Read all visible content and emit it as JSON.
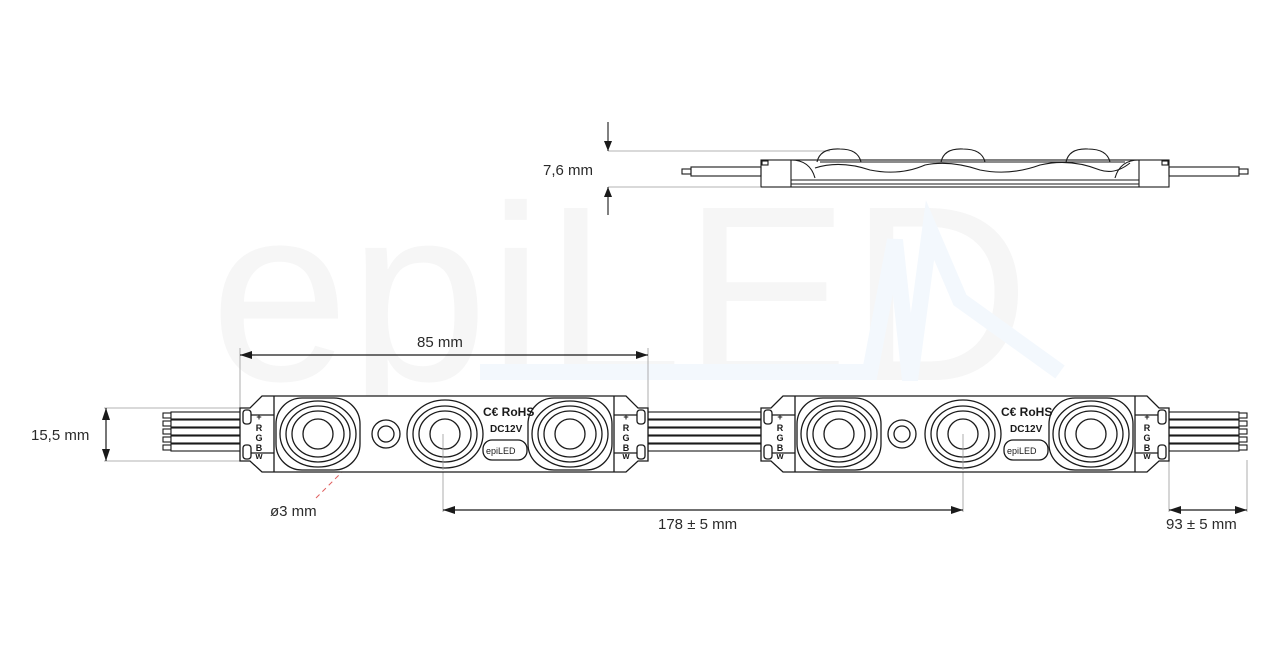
{
  "watermark": {
    "text": "epiLED",
    "color": "#f4f4f4",
    "pulse_color": "#f3f8fd"
  },
  "dimensions": {
    "height_side": "7,6 mm",
    "module_length": "85 mm",
    "module_width": "15,5 mm",
    "hole_diameter": "ø3 mm",
    "pitch": "178 ± 5 mm",
    "lead_length": "93 ± 5 mm"
  },
  "module_markings": {
    "cert": "C€ RoHS",
    "voltage": "DC12V",
    "brand_logo": "epiLED",
    "pins": [
      "+",
      "R",
      "G",
      "B",
      "w"
    ]
  },
  "colors": {
    "line": "#1a1a1a",
    "extension_line": "#9a9a9a",
    "leader_dashed": "#e06060"
  }
}
